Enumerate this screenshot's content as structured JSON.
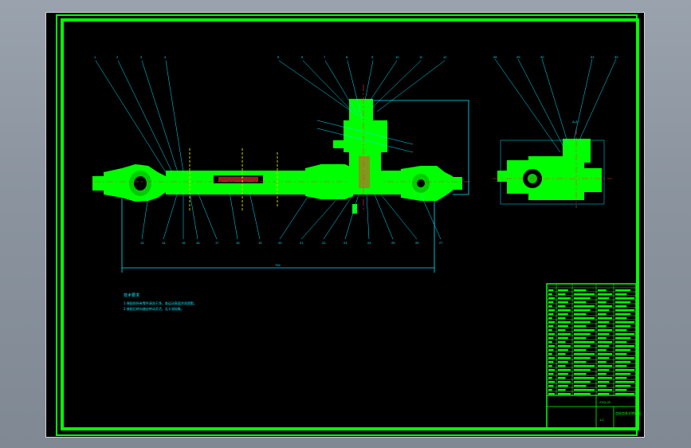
{
  "drawing": {
    "background": "#000000",
    "frame_color": "#00ff00",
    "leader_color": "#00e5ff",
    "accent_color": "#ffff00",
    "center_color": "#ff3333"
  },
  "front_view": {
    "callouts_top": [
      "1",
      "2",
      "3",
      "4",
      "5",
      "6",
      "7",
      "8",
      "9",
      "10",
      "11",
      "12"
    ],
    "callouts_bottom": [
      "13",
      "14",
      "15",
      "16",
      "17",
      "18",
      "19",
      "20",
      "21",
      "22",
      "23",
      "24",
      "25",
      "26",
      "27"
    ],
    "overall_dimension": "794"
  },
  "section_view": {
    "title": "A-A",
    "callouts": [
      "28",
      "29",
      "30",
      "31",
      "32"
    ]
  },
  "notes": {
    "heading": "技术要求",
    "lines": [
      "1.装配前所有零件清洗干净，各运动表面涂润滑脂。",
      "2.装配后转向器应转动灵活，无卡滞现象。"
    ]
  },
  "title_block": {
    "drawing_name": "齿轮齿条式转向器",
    "drawing_number": "ZXQ-00",
    "scale": "1:2"
  }
}
